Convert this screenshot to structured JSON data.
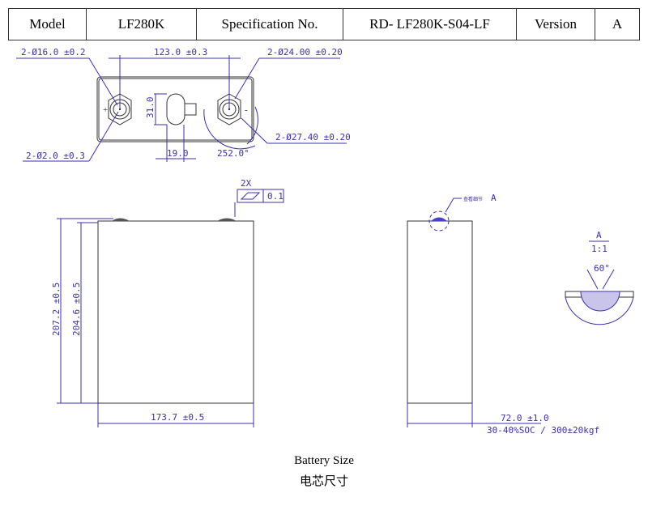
{
  "header": {
    "model_label": "Model",
    "model_value": "LF280K",
    "spec_label": "Specification No.",
    "spec_value": "RD- LF280K-S04-LF",
    "version_label": "Version",
    "version_value": "A"
  },
  "top_view": {
    "terminal_dia": "2-Ø16.0 ±0.2",
    "pitch": "123.0 ±0.3",
    "hex_dia": "2-Ø24.00 ±0.20",
    "hex_outer_dia": "2-Ø27.40 ±0.20",
    "pin_dia": "2-Ø2.0 ±0.3",
    "vent_height": "31.0",
    "vent_width": "19.0",
    "angle": "252.0°",
    "plus": "+",
    "minus": "-"
  },
  "front_view": {
    "flatness_count": "2X",
    "flatness_value": "0.1",
    "height_total": "207.2 ±0.5",
    "height_body": "204.6 ±0.5",
    "width": "173.7 ±0.5"
  },
  "side_view": {
    "detail_note": "查看细节",
    "detail_label": "A",
    "thickness": "72.0 ±1.0",
    "condition": "30-40%SOC / 300±20kgf"
  },
  "detail_view": {
    "label": "A",
    "scale": "1:1",
    "angle": "60°"
  },
  "caption": {
    "en": "Battery Size",
    "zh": "电芯尺寸"
  }
}
